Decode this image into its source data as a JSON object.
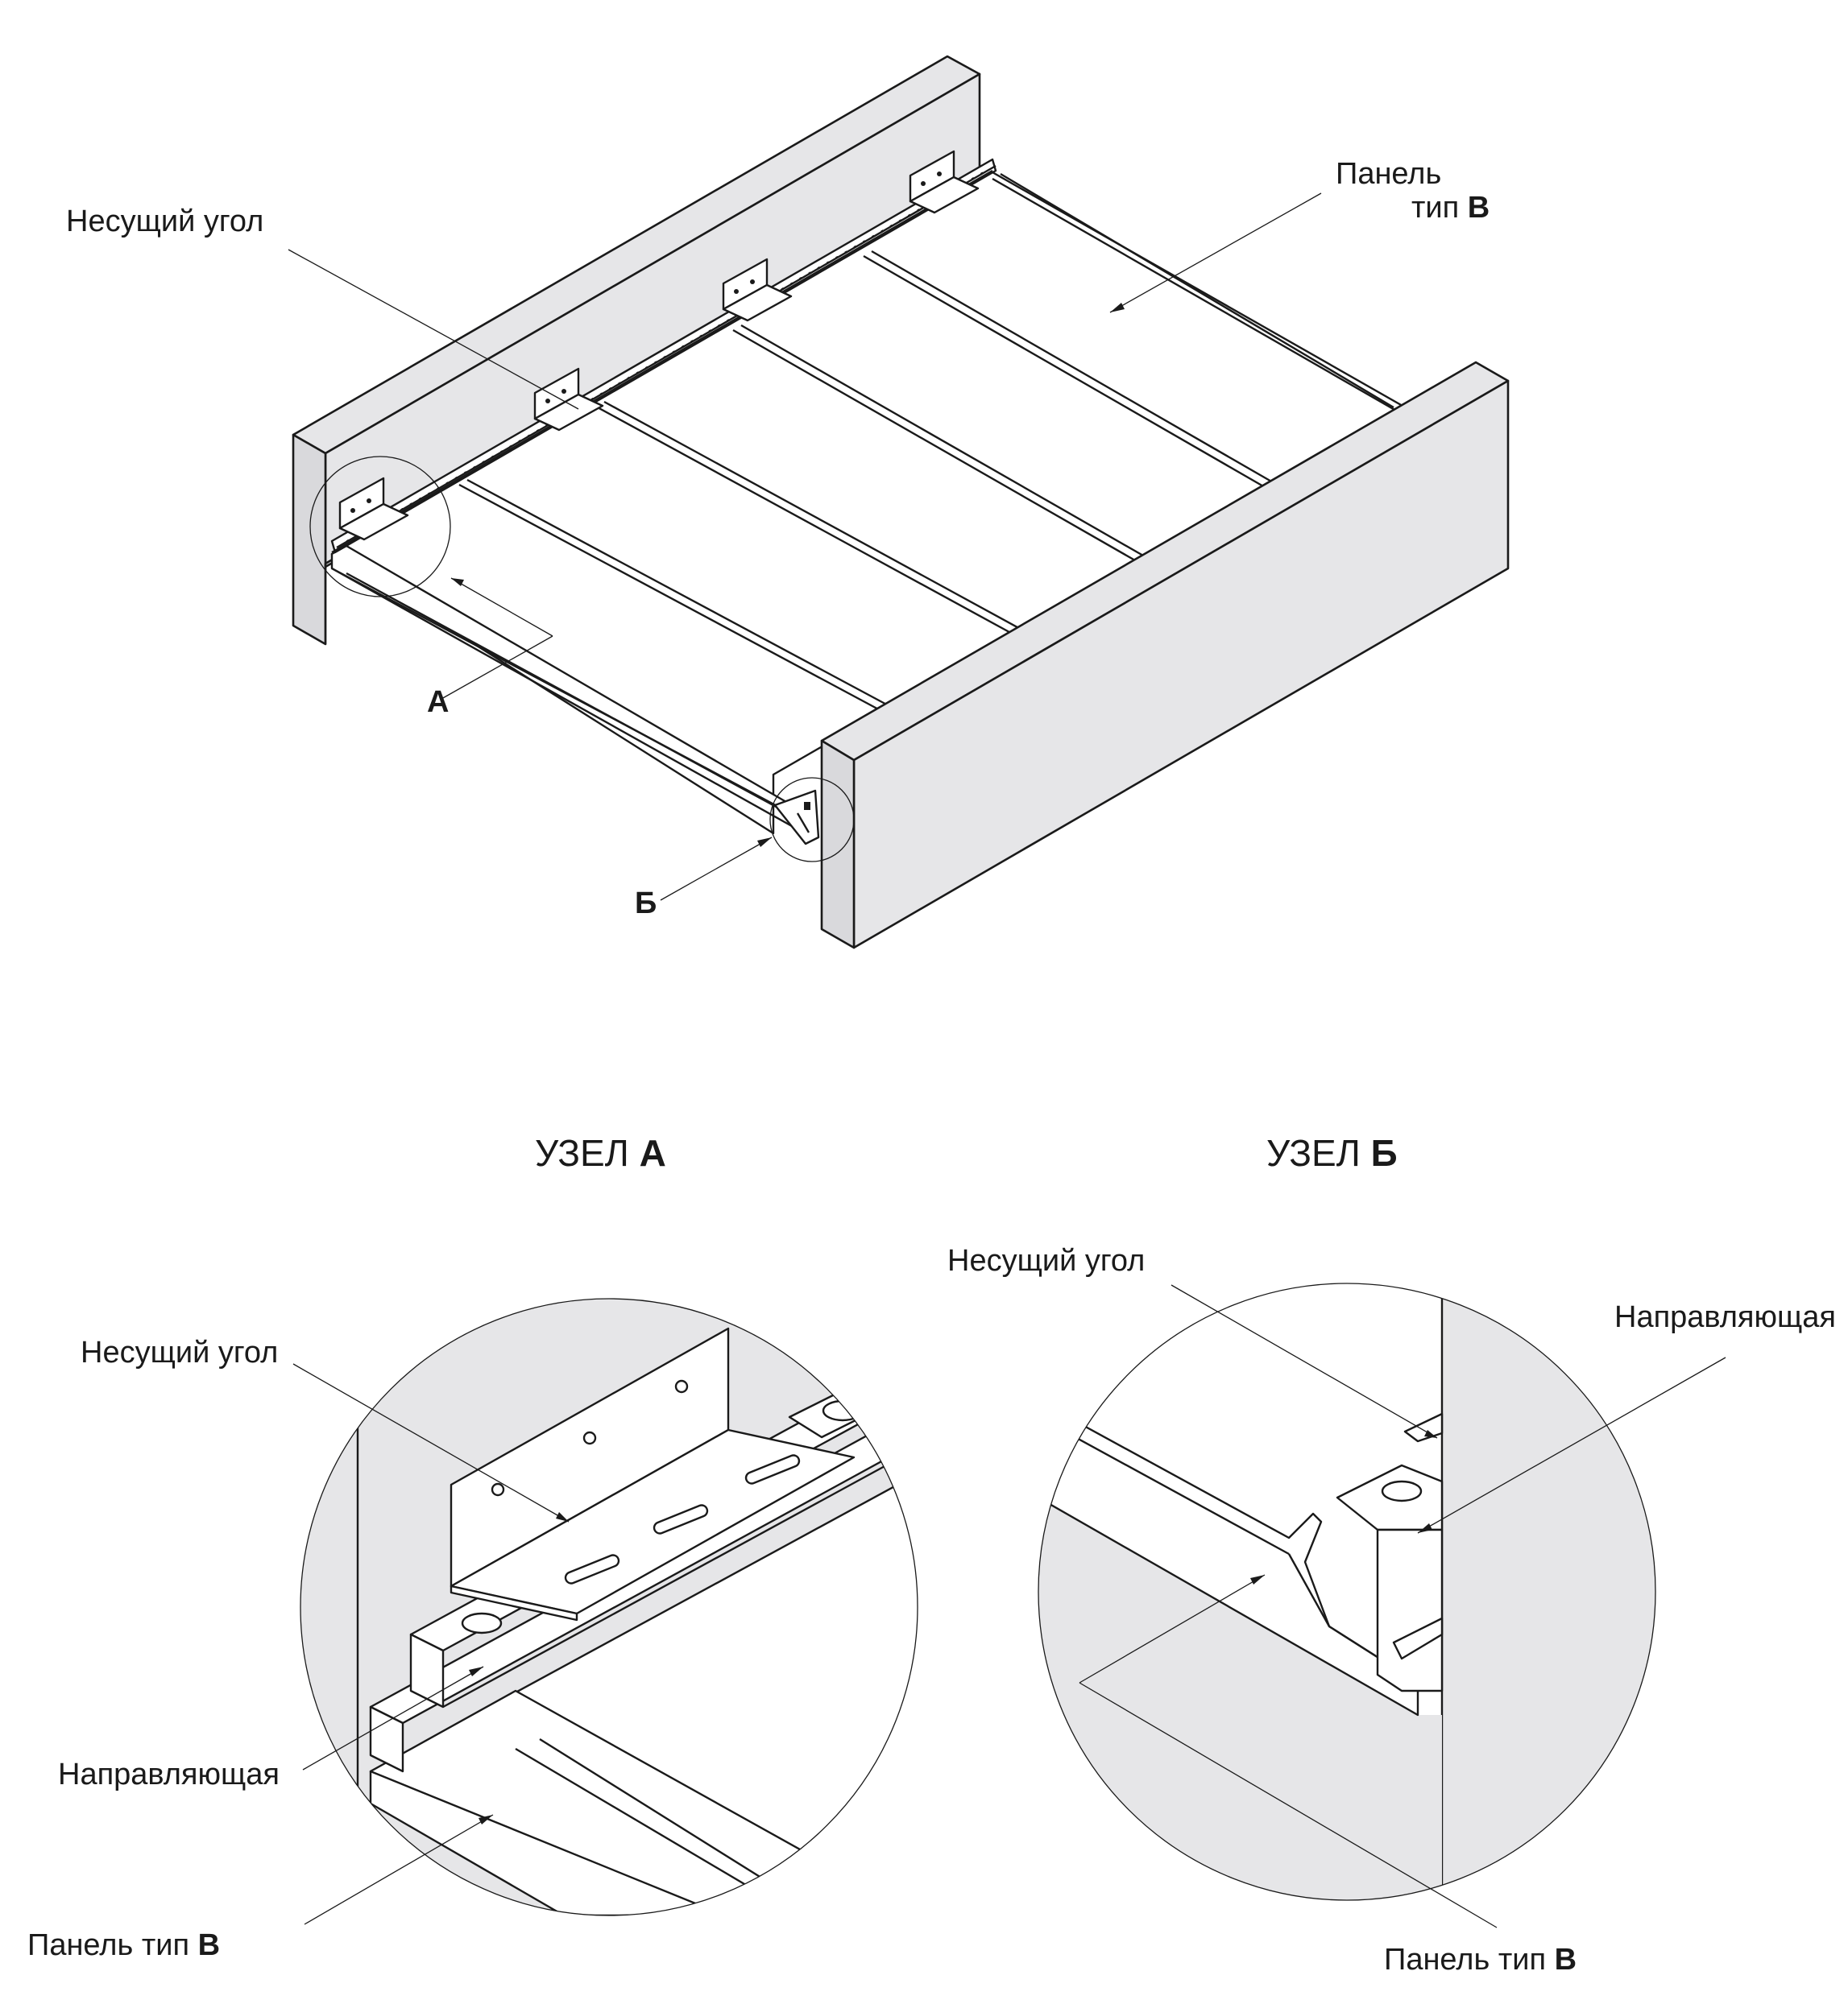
{
  "overview": {
    "label_bearing_angle": "Несущий угол",
    "label_panel_line1": "Панель",
    "label_panel_line2_prefix": "тип ",
    "label_panel_type": "В",
    "marker_a": "А",
    "marker_b": "Б"
  },
  "detail_a": {
    "title_prefix": "УЗЕЛ ",
    "title_letter": "А",
    "label_bearing_angle": "Несущий угол",
    "label_guide": "Направляющая",
    "label_panel_prefix": "Панель  тип ",
    "label_panel_type": "В"
  },
  "detail_b": {
    "title_prefix": "УЗЕЛ ",
    "title_letter": "Б",
    "label_bearing_angle": "Несущий угол",
    "label_guide": "Направляющая",
    "label_panel_prefix": "Панель  тип ",
    "label_panel_type": "В"
  },
  "colors": {
    "line": "#1a1a1a",
    "wall_fill": "#e6e6e8",
    "background": "#ffffff"
  }
}
